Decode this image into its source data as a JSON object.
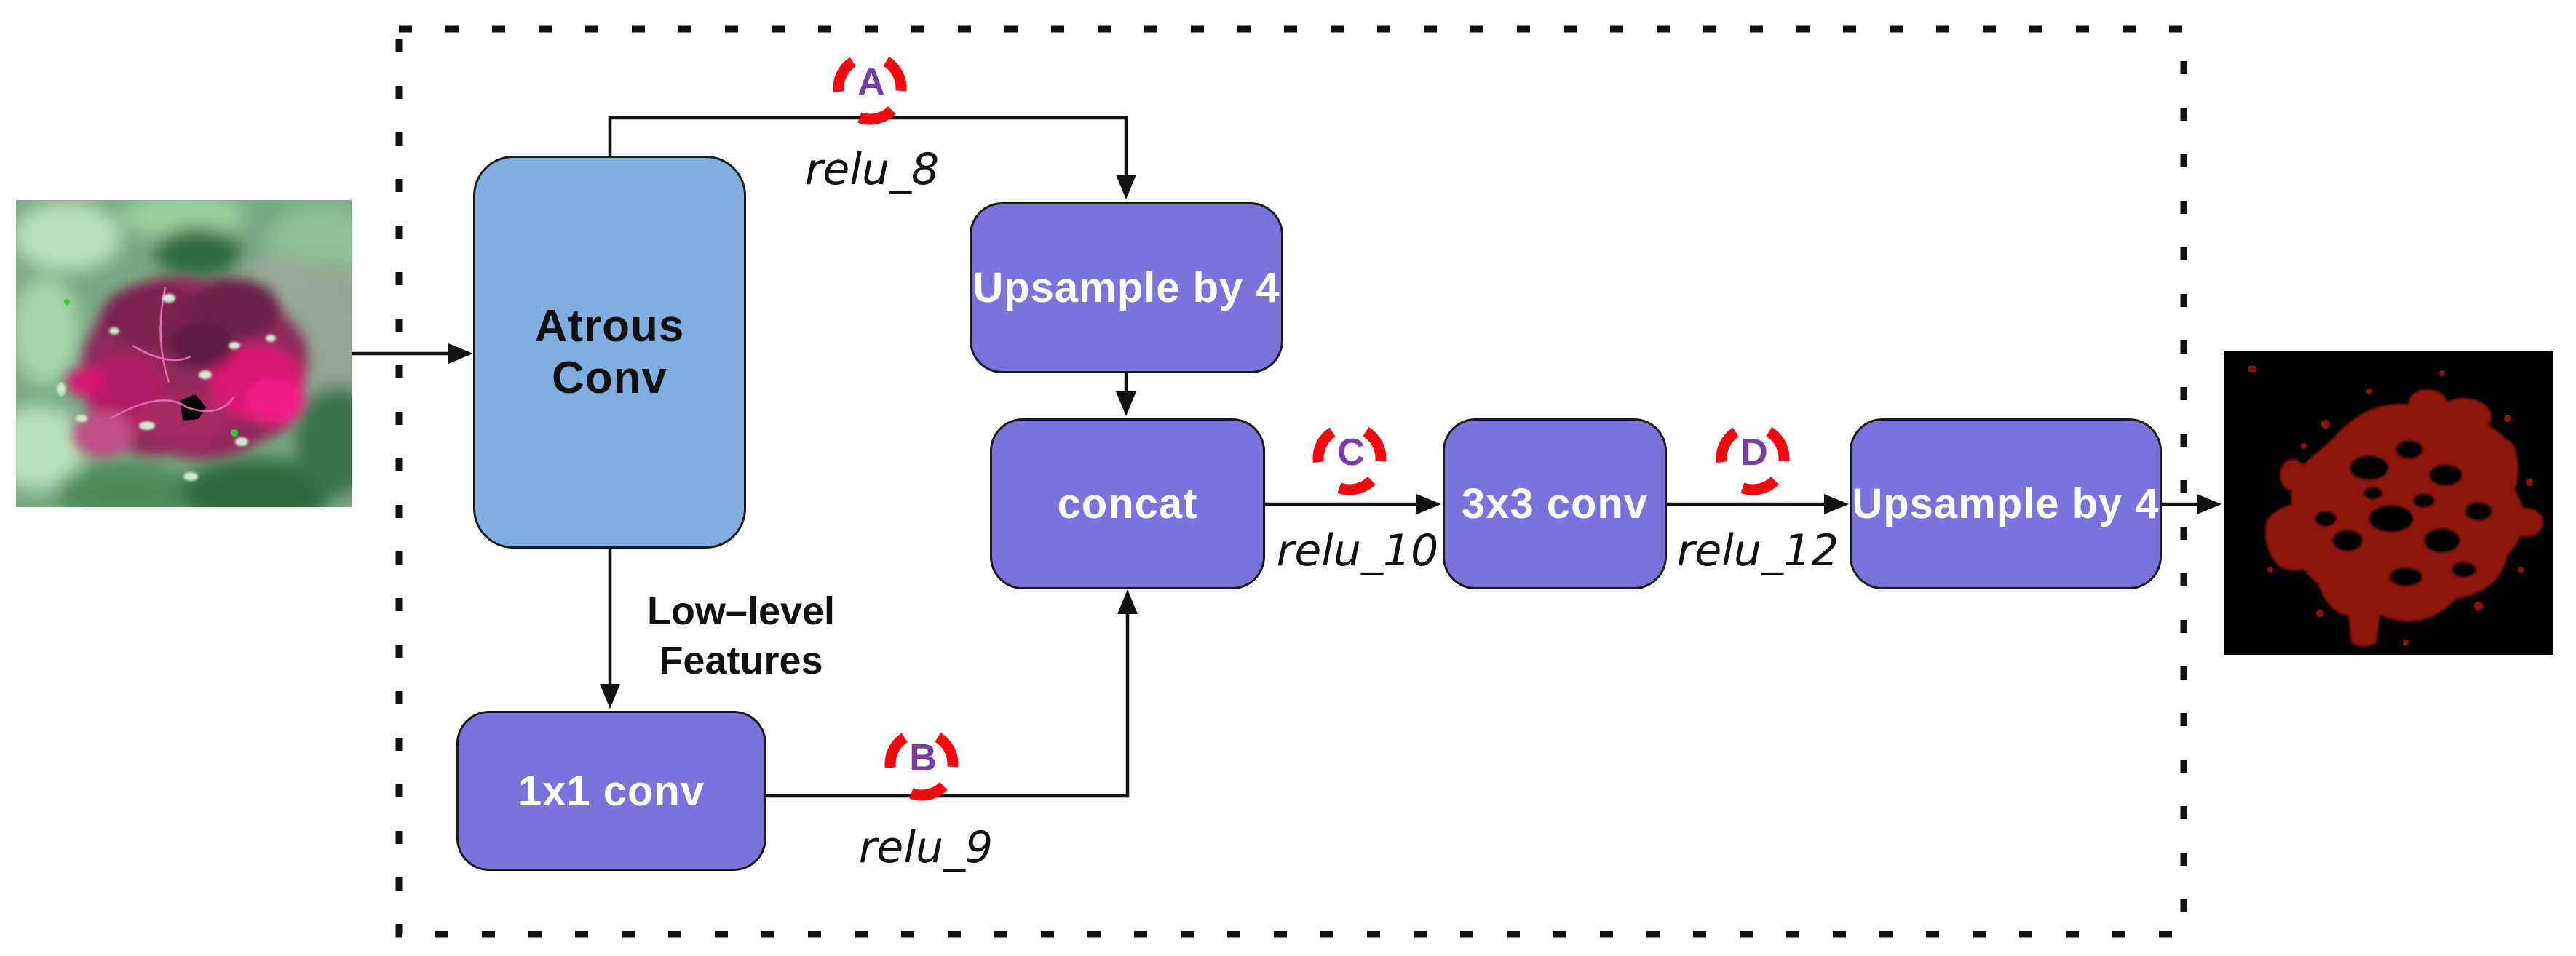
{
  "figure": {
    "type": "neural-network-architecture-diagram",
    "boxes": {
      "atrous": {
        "label": "Atrous Conv"
      },
      "upsample_top": {
        "label": "Upsample by 4"
      },
      "concat": {
        "label": "concat"
      },
      "conv3x3": {
        "label": "3x3 conv"
      },
      "upsample_right": {
        "label": "Upsample by 4"
      },
      "conv1x1": {
        "label": "1x1 conv"
      }
    },
    "edge_labels": {
      "relu_8": "relu_8",
      "relu_9": "relu_9",
      "relu_10": "relu_10",
      "relu_12": "relu_12"
    },
    "markers": {
      "a": "A",
      "b": "B",
      "c": "C",
      "d": "D"
    },
    "annotations": {
      "low_level_line1": "Low–level",
      "low_level_line2": "Features"
    },
    "colors": {
      "atrous_box_blue": "#81aee0",
      "purple_box": "#7c72dc",
      "box_border": "#1a1a1a",
      "marker_letter_purple": "#7a3ba6",
      "marker_dash_red": "#f5090f",
      "connector_black": "#111111",
      "output_mask_red": "#8e1207"
    }
  }
}
